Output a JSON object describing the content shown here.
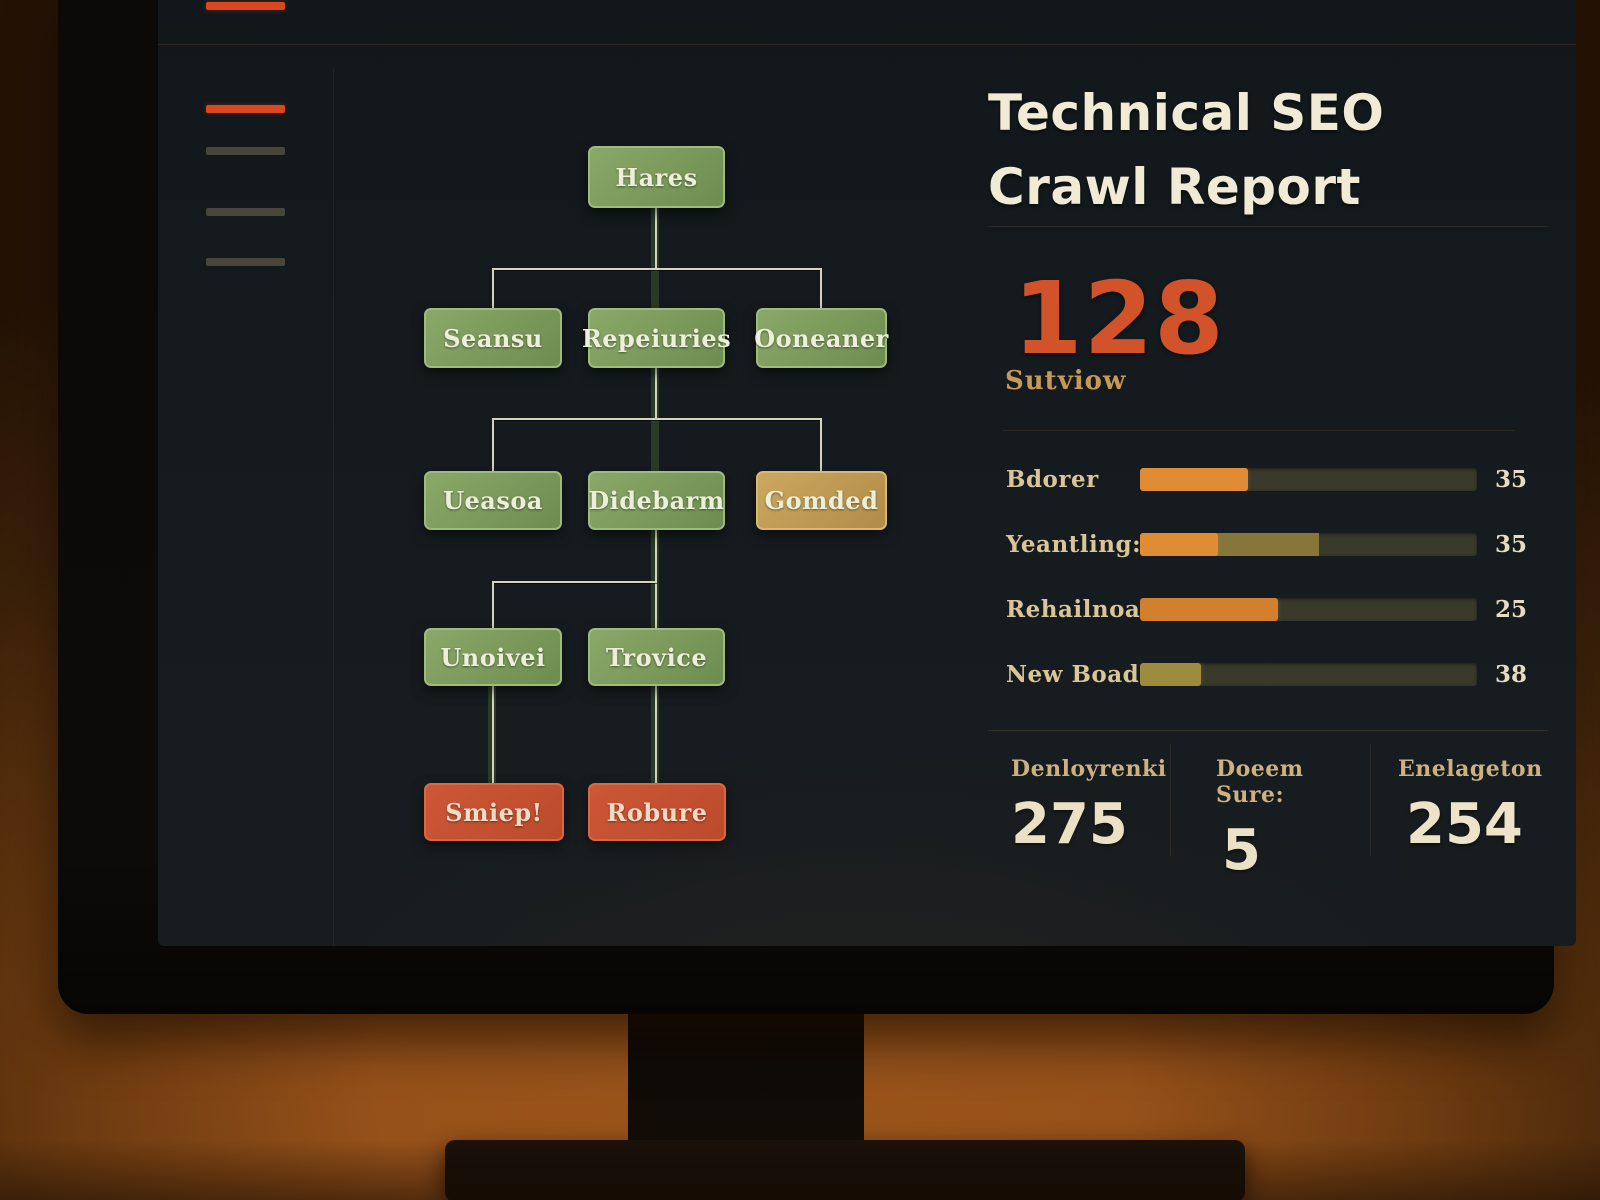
{
  "report": {
    "title": "Technical SEO Crawl Report",
    "score_value": "128",
    "score_label": "Sutviow",
    "bars": [
      {
        "label": "Bdorer",
        "value": "35",
        "fill_pct": 32,
        "fill2_pct": 0,
        "fill_color": "#e08c35"
      },
      {
        "label": "Yeantling:",
        "value": "35",
        "fill_pct": 23,
        "fill2_pct": 53,
        "fill_color": "#e08c35"
      },
      {
        "label": "Rehailnoa",
        "value": "25",
        "fill_pct": 41,
        "fill2_pct": 0,
        "fill_color": "#d2802e"
      },
      {
        "label": "New Boad",
        "value": "38",
        "fill_pct": 18,
        "fill2_pct": 0,
        "fill_color": "#9d8c3e"
      }
    ],
    "stats": [
      {
        "label": "Denloyrenki",
        "value": "275"
      },
      {
        "label": "Doeem Sure:",
        "value": "5"
      },
      {
        "label": "Enelageton",
        "value": "254"
      }
    ]
  },
  "tree": {
    "nodes": [
      {
        "label": "Hares",
        "level": 1,
        "color": "green"
      },
      {
        "label": "Seansu",
        "level": 2,
        "color": "green"
      },
      {
        "label": "Repeiuries",
        "level": 2,
        "color": "green"
      },
      {
        "label": "Ooneaner",
        "level": 2,
        "color": "green"
      },
      {
        "label": "Ueasoa",
        "level": 3,
        "color": "green"
      },
      {
        "label": "Didebarm",
        "level": 3,
        "color": "green"
      },
      {
        "label": "Gomded",
        "level": 3,
        "color": "gold"
      },
      {
        "label": "Unoivei",
        "level": 4,
        "color": "green"
      },
      {
        "label": "Trovice",
        "level": 4,
        "color": "green"
      },
      {
        "label": "Smiep!",
        "level": 5,
        "color": "red"
      },
      {
        "label": "Robure",
        "level": 5,
        "color": "red"
      }
    ]
  },
  "colors": {
    "accent_orange": "#d2532a",
    "bar_fill_bright": "#e08c35",
    "bar_fill_dim": "#87763a",
    "bar_track": "#39392c",
    "green_node": "#7fa05c",
    "gold_node": "#c29c55",
    "red_node": "#c8502f",
    "cream_text": "#f1ead4",
    "tan_text": "#cdb180",
    "sidebar_accent": "#d9481f",
    "screen_bg": "#151b1f",
    "desk_glow": "#b96b25"
  }
}
